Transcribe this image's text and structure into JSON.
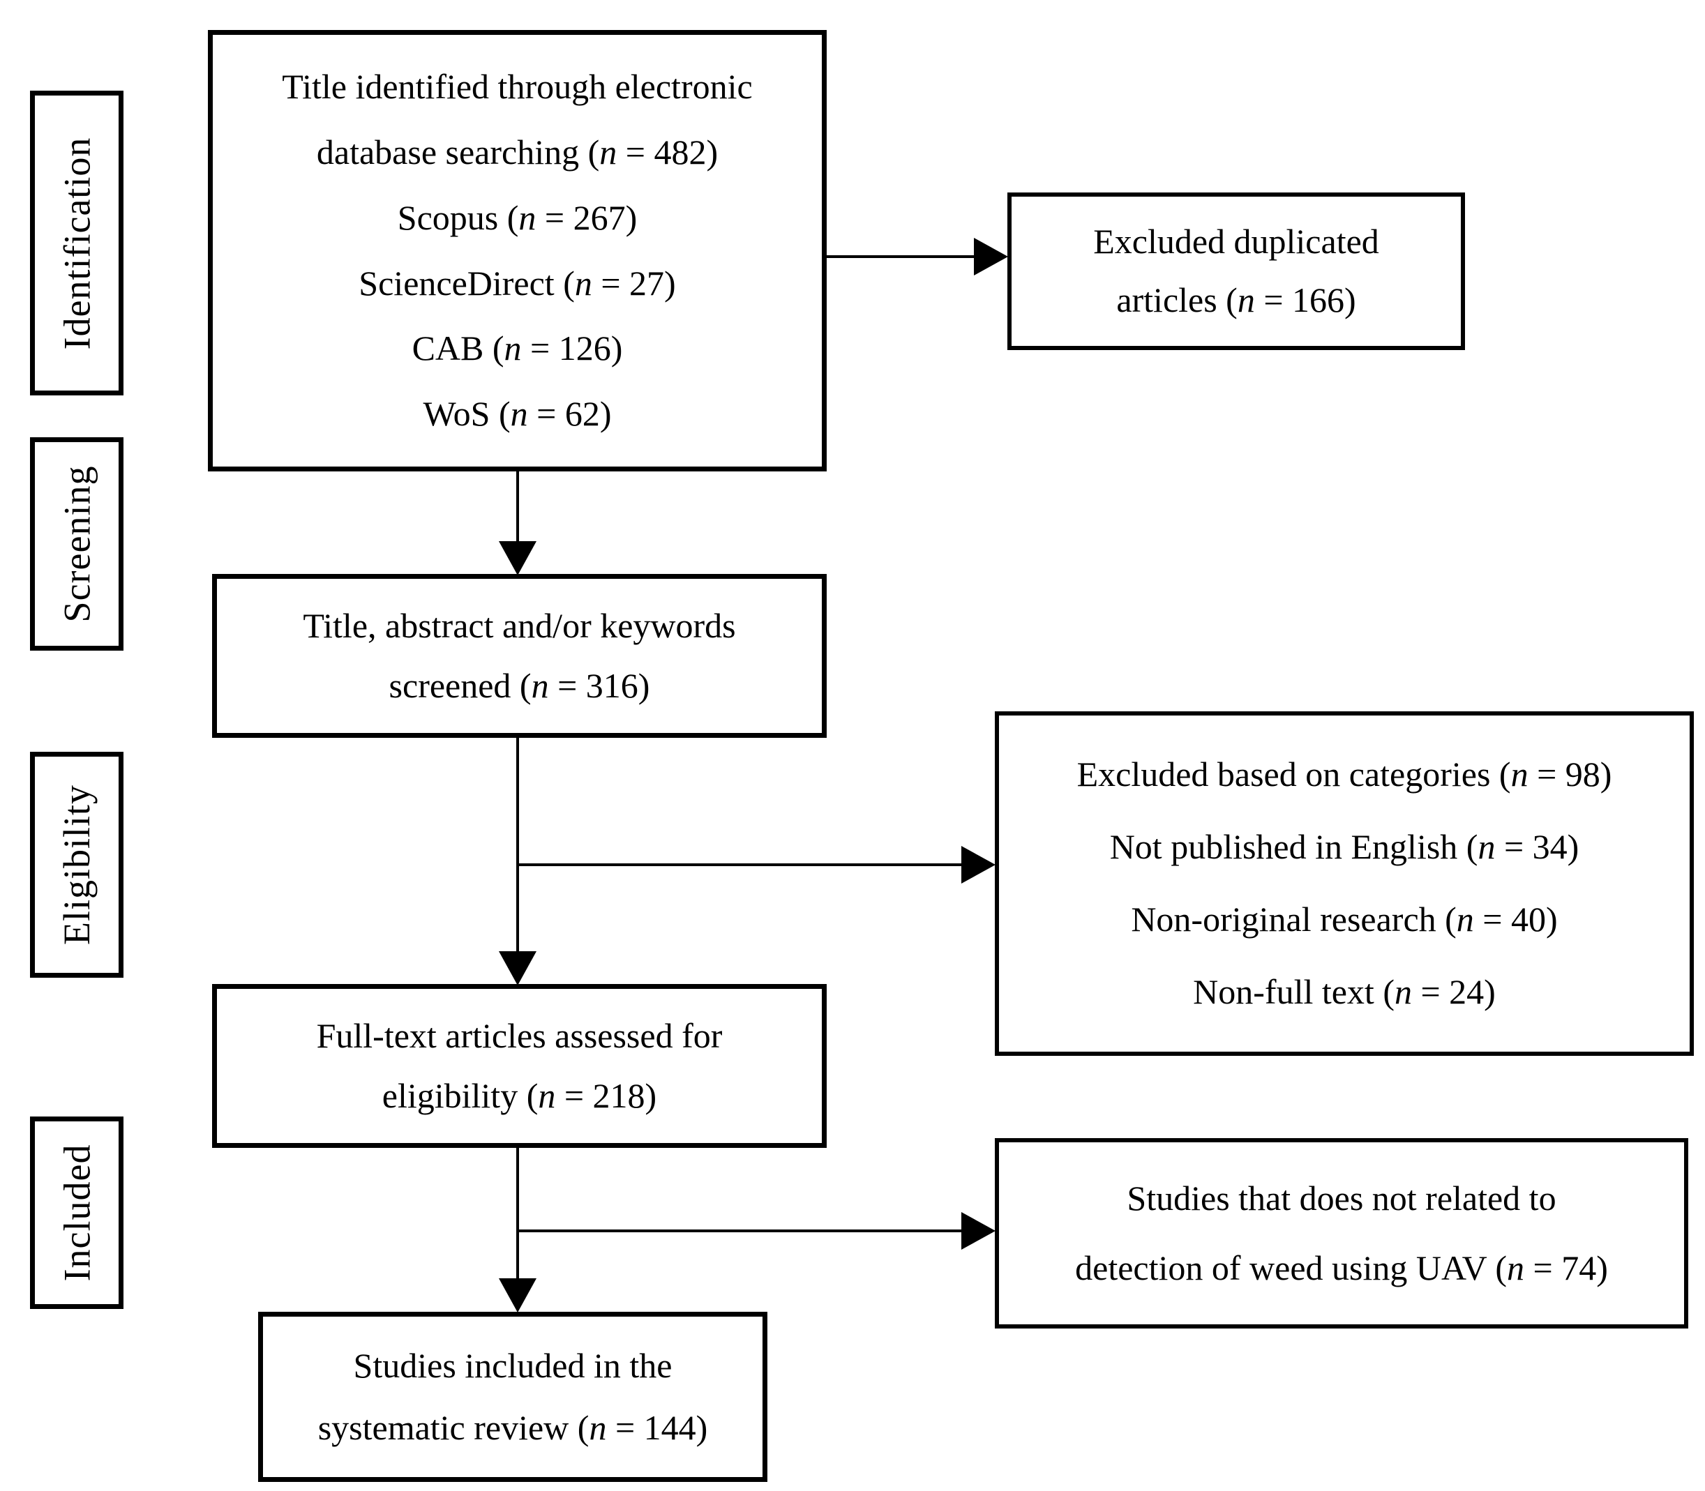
{
  "colors": {
    "background": "#ffffff",
    "box_border": "#000000",
    "text": "#000000",
    "arrow": "#000000"
  },
  "stages": [
    {
      "label": "Identification"
    },
    {
      "label": "Screening"
    },
    {
      "label": "Eligibility"
    },
    {
      "label": "Included"
    }
  ],
  "flow_boxes": [
    {
      "name": "records-identified",
      "lines": [
        "Title identified through electronic",
        "database searching (n = 482)",
        "Scopus (n = 267)",
        "ScienceDirect (n = 27)",
        "CAB (n = 126)",
        "WoS (n = 62)"
      ]
    },
    {
      "name": "title-abstract-screened",
      "lines": [
        "Title, abstract and/or keywords",
        "screened (n = 316)"
      ]
    },
    {
      "name": "full-text-assessed",
      "lines": [
        "Full-text articles assessed for",
        "eligibility (n = 218)"
      ]
    },
    {
      "name": "included-in-review",
      "lines": [
        "Studies included in the",
        "systematic review (n = 144)"
      ]
    }
  ],
  "exclusion_boxes": [
    {
      "name": "excluded-duplicates",
      "lines": [
        "Excluded duplicated",
        "articles (n = 166)"
      ]
    },
    {
      "name": "excluded-categories",
      "lines": [
        "Excluded based on categories (n = 98)",
        "Not published in English (n = 34)",
        "Non-original research (n = 40)",
        "Non-full text (n = 24)"
      ]
    },
    {
      "name": "excluded-not-related",
      "lines": [
        "Studies that does not related to",
        "detection of weed using UAV (n = 74)"
      ]
    }
  ],
  "counts": {
    "identified_total": 482,
    "scopus": 267,
    "sciencedirect": 27,
    "cab": 126,
    "wos": 62,
    "excluded_duplicates": 166,
    "screened": 316,
    "excluded_categories_total": 98,
    "not_published_english": 34,
    "non_original_research": 40,
    "non_full_text": 24,
    "full_text_assessed": 218,
    "not_related_weed_uav": 74,
    "included_systematic_review": 144
  }
}
